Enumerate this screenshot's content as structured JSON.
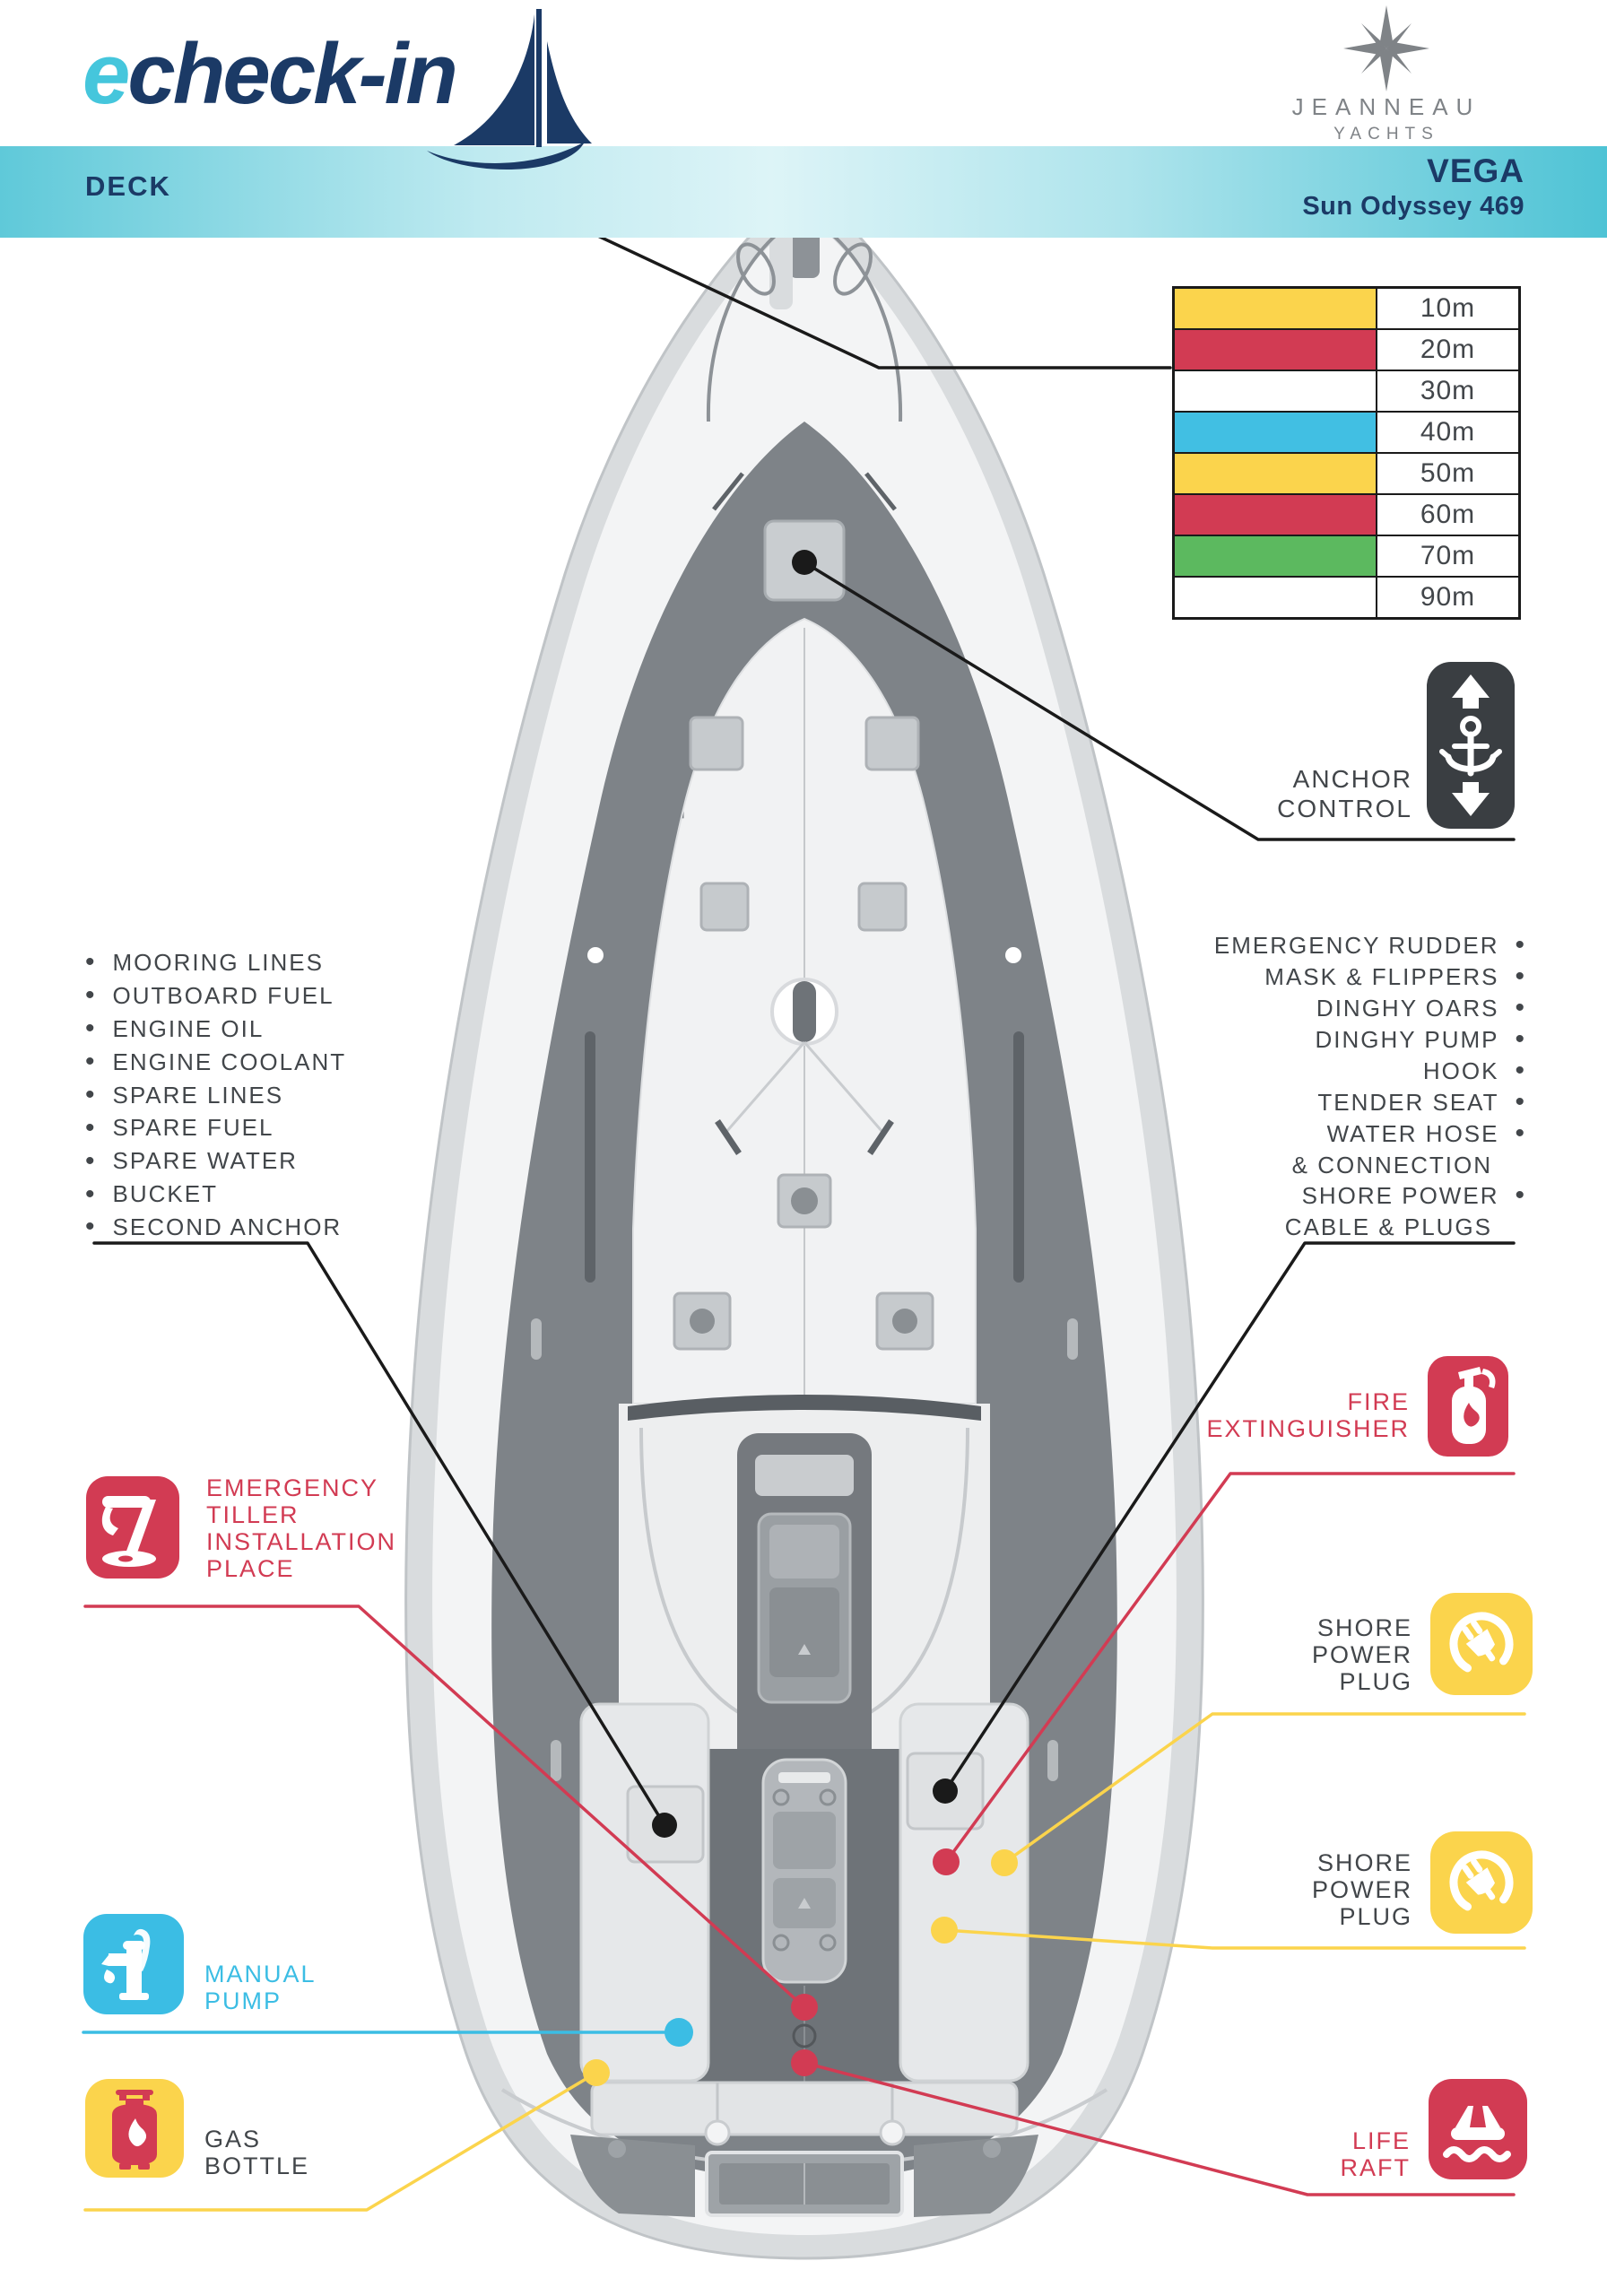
{
  "header": {
    "logo_e": "e",
    "logo_rest": "check-in",
    "deck_label": "DECK",
    "model": "VEGA",
    "model_sub": "Sun Odyssey 469",
    "brand_line1": "JEANNEAU",
    "brand_line2": "YACHTS"
  },
  "chain_table": {
    "rows": [
      {
        "color": "#FBD44C",
        "label": "10m"
      },
      {
        "color": "#D23B53",
        "label": "20m"
      },
      {
        "color": "#FFFFFF",
        "label": "30m"
      },
      {
        "color": "#41BFE3",
        "label": "40m"
      },
      {
        "color": "#FBD44C",
        "label": "50m"
      },
      {
        "color": "#D23B53",
        "label": "60m"
      },
      {
        "color": "#5CB95F",
        "label": "70m"
      },
      {
        "color": "#FFFFFF",
        "label": "90m"
      }
    ]
  },
  "ui": {
    "bullet": "•"
  },
  "lists": {
    "left": {
      "items": [
        "MOORING LINES",
        "OUTBOARD FUEL",
        "ENGINE OIL",
        "ENGINE COOLANT",
        "SPARE LINES",
        "SPARE FUEL",
        "SPARE WATER",
        "BUCKET",
        "SECOND ANCHOR"
      ]
    },
    "right": {
      "lines": [
        "EMERGENCY RUDDER",
        "MASK & FLIPPERS",
        "DINGHY OARS",
        "DINGHY PUMP",
        "HOOK",
        "TENDER SEAT",
        "WATER HOSE",
        "& CONNECTION",
        "SHORE POWER",
        "CABLE & PLUGS"
      ]
    }
  },
  "callouts": {
    "anchor_control": {
      "line1": "ANCHOR",
      "line2": "CONTROL"
    },
    "emergency_tiller": {
      "line1": "EMERGENCY",
      "line2": "TILLER",
      "line3": "INSTALLATION",
      "line4": "PLACE"
    },
    "fire_extinguisher": {
      "line1": "FIRE",
      "line2": "EXTINGUISHER"
    },
    "shore_power_plug_1": {
      "line1": "SHORE",
      "line2": "POWER",
      "line3": "PLUG"
    },
    "shore_power_plug_2": {
      "line1": "SHORE",
      "line2": "POWER",
      "line3": "PLUG"
    },
    "manual_pump": {
      "line1": "MANUAL",
      "line2": "PUMP"
    },
    "gas_bottle": {
      "line1": "GAS",
      "line2": "BOTTLE"
    },
    "life_raft": {
      "line1": "LIFE",
      "line2": "RAFT"
    }
  },
  "colors": {
    "red": "#D23B53",
    "yellow": "#FBD44C",
    "blue": "#3BBDE4",
    "cyan_row": "#41BFE3",
    "green": "#5CB95F",
    "navy": "#1B3A66",
    "logo_cyan": "#45C6DC",
    "band_teal": "#4EC3D5",
    "text_gray": "#42464A",
    "leader_black": "#1A1A1A"
  }
}
